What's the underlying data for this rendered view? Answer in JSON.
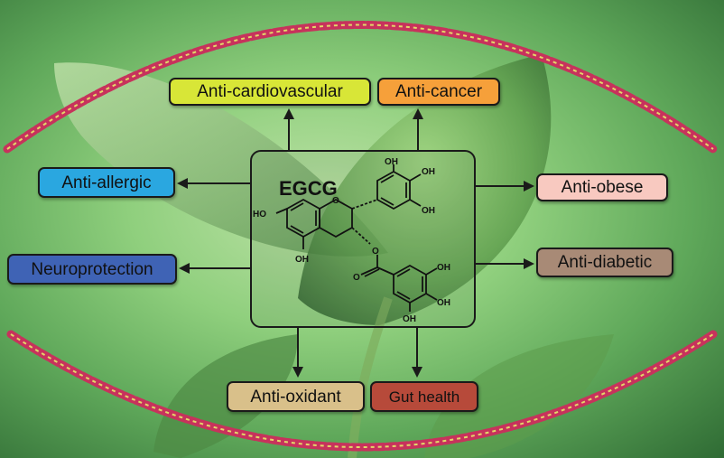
{
  "center": {
    "title": "EGCG",
    "oh": "OH",
    "ho": "HO",
    "o": "O"
  },
  "effects": {
    "cardiovascular": "Anti-cardiovascular",
    "cancer": "Anti-cancer",
    "allergic": "Anti-allergic",
    "obese": "Anti-obese",
    "neuroprotection": "Neuroprotection",
    "diabetic": "Anti-diabetic",
    "oxidant": "Anti-oxidant",
    "gut": "Gut health"
  },
  "colors": {
    "cardiovascular": "#d8e637",
    "cancer": "#f6a03a",
    "allergic": "#2aa7e0",
    "obese": "#f8c9c0",
    "neuroprotection": "#3f63b5",
    "diabetic": "#a88a76",
    "oxidant": "#d9c08a",
    "gut": "#b74a3a"
  }
}
